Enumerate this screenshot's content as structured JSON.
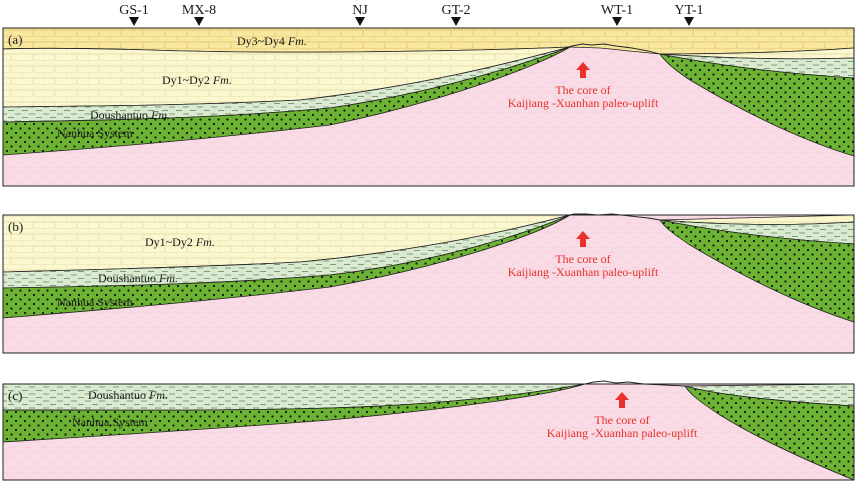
{
  "wells": [
    "GS-1",
    "MX-8",
    "NJ",
    "GT-2",
    "WT-1",
    "YT-1"
  ],
  "panels": {
    "a": {
      "tag": "(a)",
      "dy34": "Dy3~Dy4",
      "dy12": "Dy1~Dy2",
      "fm": "Fm.",
      "doushantuo": "Doushantuo",
      "nanhua": "Nanhua System",
      "core_line1": "The core of",
      "core_line2": "Kaijiang -Xuanhan paleo-uplift"
    },
    "b": {
      "tag": "(b)",
      "dy12": "Dy1~Dy2",
      "fm": "Fm.",
      "doushantuo": "Doushantuo",
      "nanhua": "Nanhua System",
      "core_line1": "The core of",
      "core_line2": "Kaijiang -Xuanhan paleo-uplift"
    },
    "c": {
      "tag": "(c)",
      "fm": "Fm.",
      "doushantuo": "Doushantuo",
      "nanhua": "Nanhua System",
      "core_line1": "The core of",
      "core_line2": "Kaijiang -Xuanhan paleo-uplift"
    }
  },
  "colors": {
    "basement": "#f9dbe6",
    "green": "#6cb333",
    "doushantuo": "#d9ead0",
    "dy12": "#fbf7cf",
    "dy34": "#f9e79e",
    "arrow": "#e8312a",
    "label_red": "#e8312a"
  }
}
